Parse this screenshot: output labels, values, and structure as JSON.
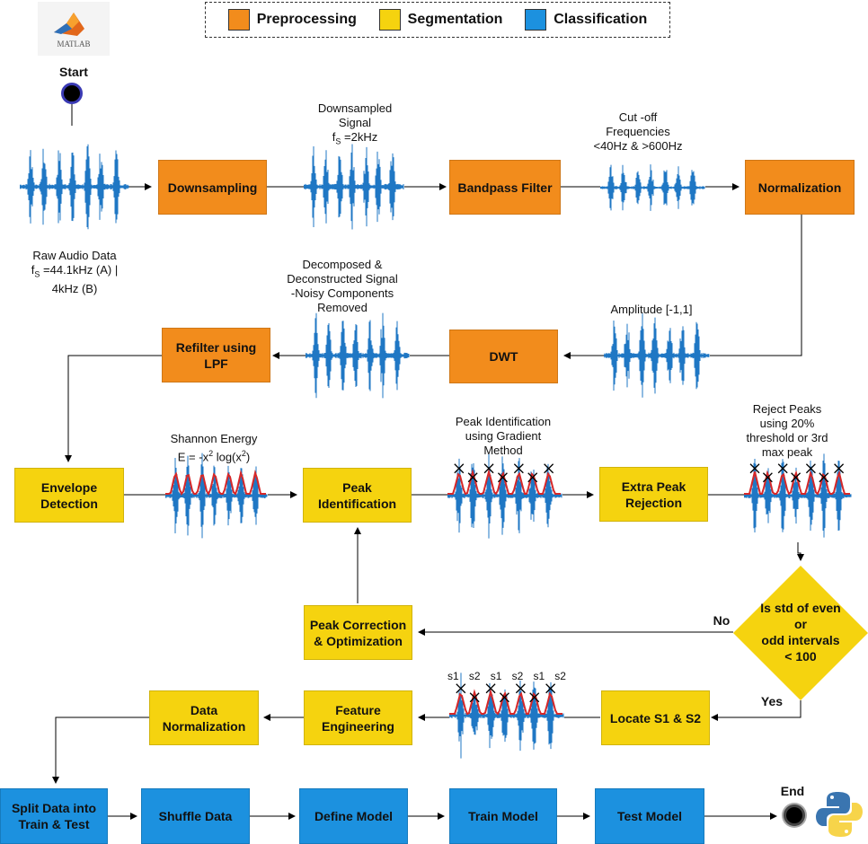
{
  "legend": {
    "preprocessing": "Preprocessing",
    "segmentation": "Segmentation",
    "classification": "Classification",
    "colors": {
      "preprocessing": "#f28c1c",
      "segmentation": "#f5d30f",
      "classification": "#1c91df"
    }
  },
  "nodes": {
    "start": "Start",
    "end": "End"
  },
  "labels": {
    "raw_1": "Raw Audio Data",
    "raw_2": "f",
    "raw_2_sub": "S",
    "raw_2_tail": " =44.1kHz (A) |",
    "raw_3": "4kHz (B)",
    "down_1": "Downsampled",
    "down_2": "Signal",
    "down_3": "f",
    "down_3_sub": "S",
    "down_3_tail": " =2kHz",
    "cut_1": "Cut -off",
    "cut_2": "Frequencies",
    "cut_3": "<40Hz & >600Hz",
    "decomp_1": "Decomposed &",
    "decomp_2": "Deconstructed Signal",
    "decomp_3": "-Noisy Components",
    "decomp_4": "Removed",
    "amplitude": "Amplitude [-1,1]",
    "shannon_1": "Shannon Energy",
    "shannon_2a": "E = -x",
    "shannon_2_sup": "2",
    "shannon_2b": " log(x",
    "shannon_2_sup2": "2",
    "shannon_2c": ")",
    "peakid_1": "Peak Identification",
    "peakid_2": "using Gradient",
    "peakid_3": "Method",
    "reject_1": "Reject Peaks",
    "reject_2": "using 20%",
    "reject_3": "threshold or 3rd",
    "reject_4": "max peak",
    "no": "No",
    "yes": "Yes",
    "s_labels": [
      "s1",
      "s2",
      "s1",
      "s2",
      "s1",
      "s2"
    ]
  },
  "boxes": {
    "downsampling": "Downsampling",
    "bandpass": "Bandpass Filter",
    "normalization": "Normalization",
    "dwt": "DWT",
    "refilter_1": "Refilter using",
    "refilter_2": "LPF",
    "envelope_1": "Envelope",
    "envelope_2": "Detection",
    "peak_id_1": "Peak",
    "peak_id_2": "Identification",
    "extra_peak_1": "Extra Peak",
    "extra_peak_2": "Rejection",
    "peak_corr_1": "Peak Correction",
    "peak_corr_2": "& Optimization",
    "locate": "Locate S1 & S2",
    "feature_1": "Feature",
    "feature_2": "Engineering",
    "datanorm_1": "Data",
    "datanorm_2": "Normalization",
    "split_1": "Split Data into",
    "split_2": "Train & Test",
    "shuffle": "Shuffle Data",
    "define": "Define Model",
    "train": "Train Model",
    "test": "Test Model"
  },
  "decision": {
    "line1": "Is std of even",
    "line2": "or",
    "line3": "odd intervals",
    "line4": "< 100"
  },
  "logos": {
    "matlab_text": "MATLAB",
    "matlab_icon": "matlab-logo-icon",
    "python_icon": "python-logo-icon"
  }
}
